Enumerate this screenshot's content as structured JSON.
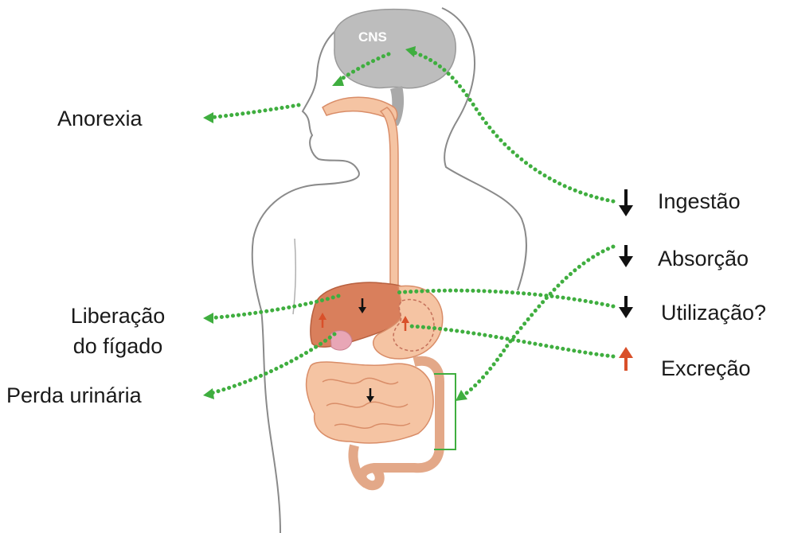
{
  "diagram": {
    "brain_label": "CNS",
    "left_labels": {
      "anorexia": "Anorexia",
      "liver_release_line1": "Liberação",
      "liver_release_line2": "do fígado",
      "urinary_loss": "Perda urinária"
    },
    "right_labels": {
      "intake": "Ingestão",
      "absorption": "Absorção",
      "utilization": "Utilização?",
      "excretion": "Excreção"
    },
    "arrow_directions": {
      "intake": "down",
      "absorption": "down",
      "utilization": "down",
      "excretion": "up"
    }
  },
  "colors": {
    "dotted_arrow": "#3fae3f",
    "down_arrow": "#111111",
    "up_arrow": "#d9502a",
    "organ_fill": "#f5c4a3",
    "organ_stroke": "#d98d68",
    "liver_fill": "#d97f5c",
    "brain_fill": "#bdbdbd",
    "body_outline": "#8a8a8a"
  }
}
